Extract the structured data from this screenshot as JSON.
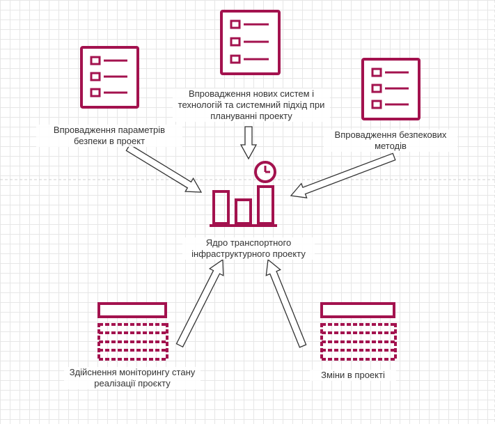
{
  "colors": {
    "accent": "#a3124e",
    "arrow_stroke": "#333333",
    "arrow_fill": "#ffffff",
    "text": "#333333",
    "grid": "#e6e6e6"
  },
  "nodes": {
    "core": {
      "label": "Ядро транспортного інфраструктурного проекту",
      "icon": "bar-chart-with-clock-icon"
    },
    "security_params": {
      "label": "Впровадження параметрів безпеки в проект",
      "icon": "checklist-icon"
    },
    "new_systems": {
      "label": "Впровадження нових систем і технологій та системний підхід при плануванні проекту",
      "icon": "checklist-icon"
    },
    "safety_methods": {
      "label": "Впровадження безпекових методів",
      "icon": "checklist-icon"
    },
    "monitoring": {
      "label": "Здійснення моніторингу стану реалізації проєкту",
      "icon": "table-icon"
    },
    "changes": {
      "label": "Зміни в проекті",
      "icon": "table-icon"
    }
  }
}
